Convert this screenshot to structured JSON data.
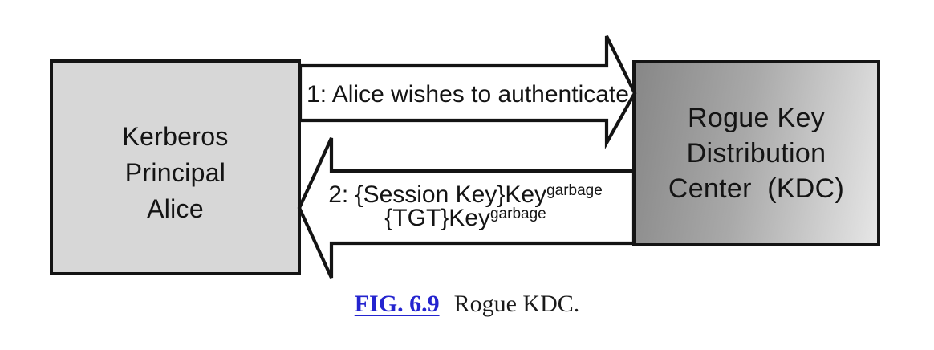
{
  "figure": {
    "left_box": {
      "line1": "Kerberos",
      "line2": "Principal",
      "line3": "Alice"
    },
    "right_box": {
      "line1": "Rogue Key",
      "line2": "Distribution",
      "line3": "Center  (KDC)"
    },
    "arrow1": {
      "direction": "right",
      "label": "1: Alice wishes to authenticate"
    },
    "arrow2": {
      "direction": "left",
      "line1_text": "2: {Session Key}Key",
      "line1_sup": "garbage",
      "line2_text": "{TGT}Key",
      "line2_sup": "garbage"
    },
    "caption": {
      "figure_label": "FIG. 6.9",
      "caption_text": "Rogue KDC."
    },
    "colors": {
      "background": "#ffffff",
      "line": "#141414",
      "left_box_fill": "#d7d7d7",
      "right_box_gradient_dark": "#878787",
      "right_box_gradient_light": "#e6e6e6",
      "arrow_fill": "#ffffff",
      "figure_label_blue": "#2424cf"
    }
  }
}
